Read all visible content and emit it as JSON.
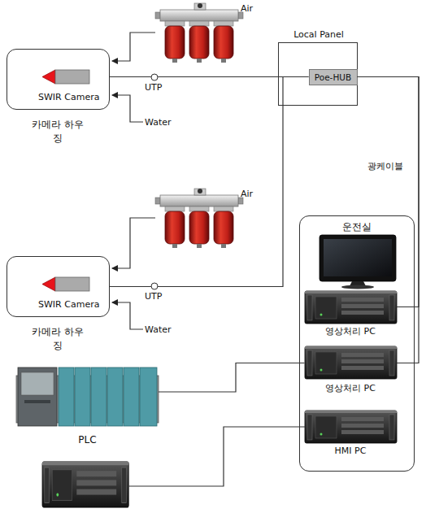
{
  "diagram": {
    "nodes": [
      {
        "text": [
          "SWIR Camera",
          "카메라 하우징"
        ]
      },
      {
        "text": [
          "Local Panel"
        ]
      },
      {
        "text": [
          "Poe-HUB"
        ],
        "in": 1
      },
      {
        "text": [
          "SWIR Camera",
          "카메라 하우징"
        ]
      },
      {
        "text": [
          "운전실"
        ]
      },
      {
        "text": [
          "영상처리 PC"
        ],
        "in": 4
      },
      {
        "text": [
          "영상처리 PC"
        ],
        "in": 4
      },
      {
        "text": [
          "PLC"
        ]
      },
      {
        "text": [
          "HMI PC"
        ],
        "in": 4
      }
    ],
    "edges": [
      {
        "from": 0,
        "to": 2,
        "label": "UTP",
        "arrow": "none"
      },
      {
        "from": 3,
        "to": 2,
        "label": "UTP",
        "arrow": "none"
      },
      {
        "from": 2,
        "to": 5,
        "label": "광케이블",
        "arrow": "none"
      },
      {
        "from": 2,
        "to": 6,
        "arrow": "none"
      },
      {
        "from": 7,
        "to": 6,
        "arrow": "none"
      }
    ],
    "labels": [
      "Air",
      "Water",
      "Air",
      "Water"
    ]
  }
}
